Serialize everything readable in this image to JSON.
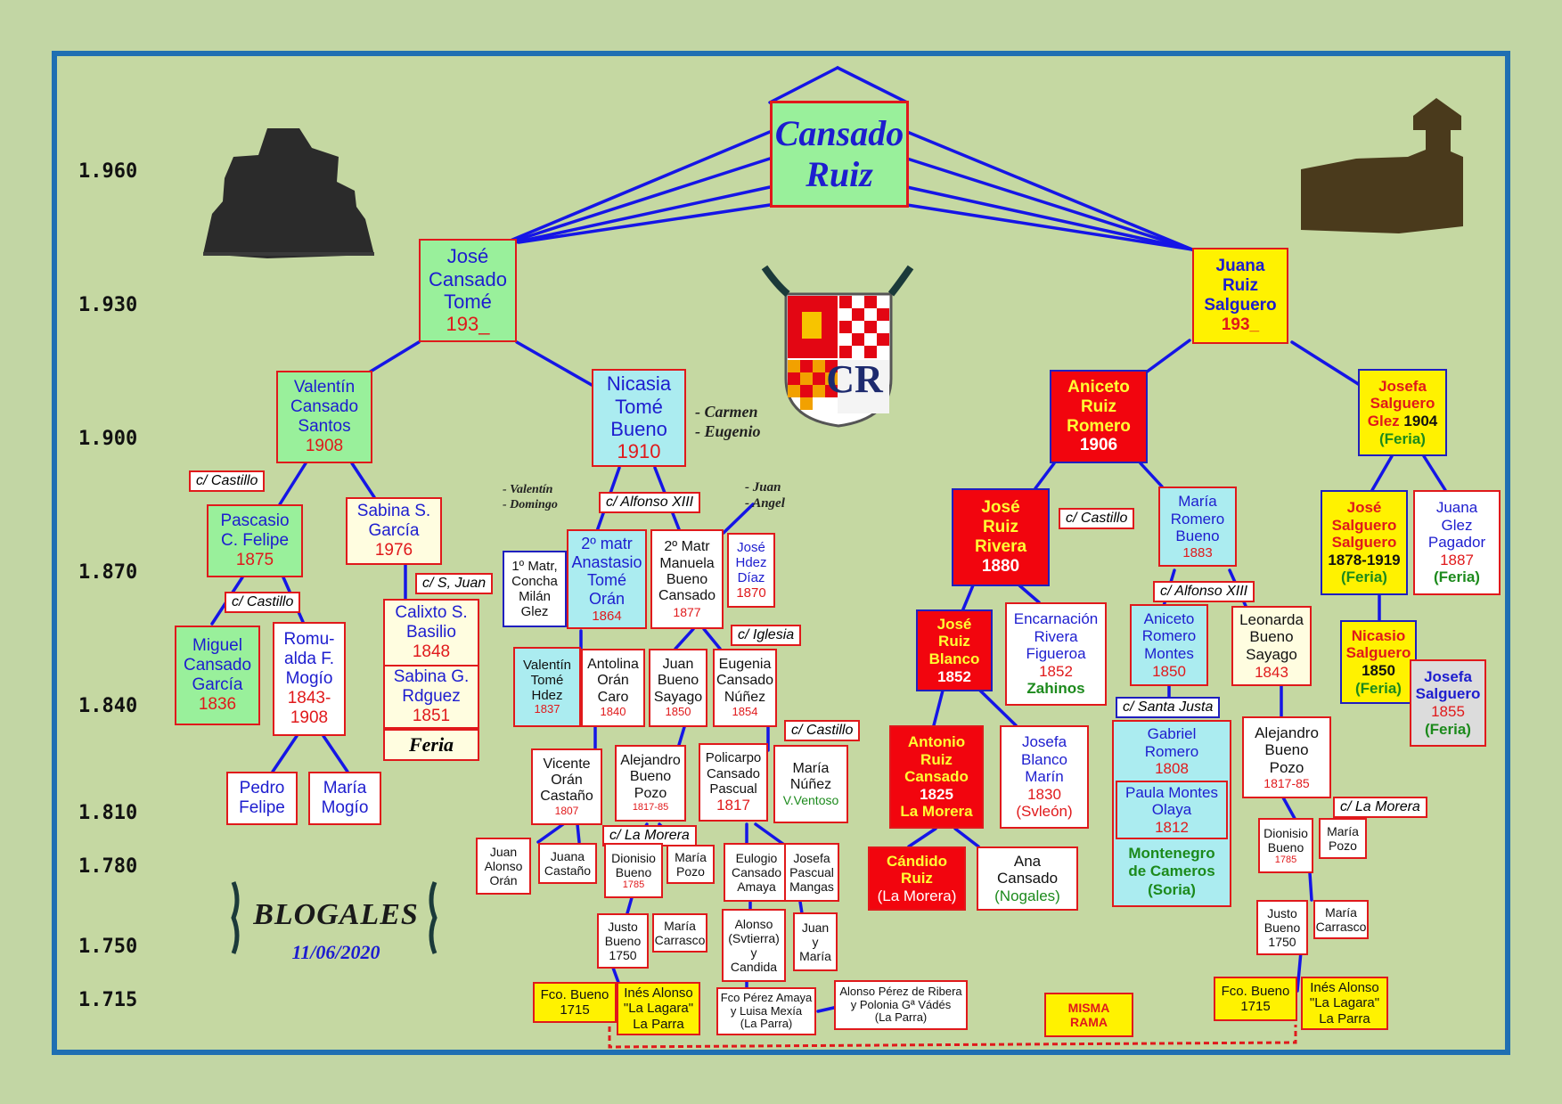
{
  "years": [
    "1.960",
    "1.930",
    "1.900",
    "1.870",
    "1.840",
    "1.810",
    "1.780",
    "1.750",
    "1.715"
  ],
  "title": {
    "line1": "Cansado",
    "line2": "Ruiz"
  },
  "coat_letters": "CR",
  "blogales": {
    "name": "BLOGALES",
    "date": "11/06/2020"
  },
  "misma_rama": {
    "line1": "MISMA",
    "line2": "RAMA"
  },
  "side_notes": {
    "carmen_eugenio": [
      "- Carmen",
      "- Eugenio"
    ],
    "valentin_domingo": [
      "- Valentín",
      "- Domingo"
    ],
    "juan_angel": [
      "- Juan",
      "- Angel"
    ]
  },
  "notes": {
    "castillo_1": "c/  Castillo",
    "castillo_2": "c/  Castillo",
    "castillo_3": "c/  Castillo",
    "castillo_4": "c/  Castillo",
    "s_juan": "c/  S, Juan",
    "alfonso_1": "c/  Alfonso XIII",
    "alfonso_2": "c/  Alfonso XIII",
    "iglesia": "c/  Iglesia",
    "la_morera_1": "c/ La Morera",
    "la_morera_2": "c/ La Morera",
    "santa_justa": "c/ Santa Justa"
  },
  "people": {
    "jose_cansado": [
      "José",
      "Cansado",
      "Tomé",
      "193_"
    ],
    "juana_ruiz": [
      "Juana",
      "Ruiz",
      "Salguero",
      "193_"
    ],
    "valentin": [
      "Valentín",
      "Cansado",
      "Santos",
      "1908"
    ],
    "nicasia": [
      "Nicasia",
      "Tomé",
      "Bueno",
      "1910"
    ],
    "aniceto_ruiz": [
      "Aniceto",
      "Ruiz",
      "Romero",
      "1906"
    ],
    "josefa_salguero_1904": [
      "Josefa",
      "Salguero",
      "Glez",
      "1904",
      "(Feria)"
    ],
    "pascasio": [
      "Pascasio",
      "C. Felipe",
      "1875"
    ],
    "sabina_s": [
      "Sabina  S.",
      "García",
      "1976"
    ],
    "matr1": [
      "1º Matr,",
      "Concha",
      "Milán",
      "Glez"
    ],
    "anastasio": [
      "2º matr",
      "Anastasio",
      "Tomé",
      "Orán",
      "1864"
    ],
    "manuela": [
      "2º Matr",
      "Manuela",
      "Bueno",
      "Cansado",
      "1877"
    ],
    "jose_hdez": [
      "José",
      "Hdez",
      "Díaz",
      "1870"
    ],
    "jose_ruiz_rivera": [
      "José",
      "Ruiz",
      "Rivera",
      "1880"
    ],
    "maria_romero": [
      "María",
      "Romero",
      "Bueno",
      "1883"
    ],
    "jose_salguero": [
      "José",
      "Salguero",
      "Salguero",
      "1878-1919",
      "(Feria)"
    ],
    "juana_glez": [
      "Juana",
      "Glez",
      "Pagador",
      "1887",
      "(Feria)"
    ],
    "miguel": [
      "Miguel",
      "Cansado",
      "García",
      "1836"
    ],
    "romualda": [
      "Romu-",
      "alda F.",
      "Mogío",
      "1843-",
      "1908"
    ],
    "calixto": [
      "Calixto  S.",
      "Basilio",
      "1848"
    ],
    "sabina_g": [
      "Sabina  G.",
      "Rdguez",
      "1851"
    ],
    "feria": "Feria",
    "valentin_tome": [
      "Valentín",
      "Tomé",
      "Hdez",
      "1837"
    ],
    "antolina": [
      "Antolina",
      "Orán",
      "Caro",
      "1840"
    ],
    "juan_bueno": [
      "Juan",
      "Bueno",
      "Sayago",
      "1850"
    ],
    "eugenia": [
      "Eugenia",
      "Cansado",
      "Núñez",
      "1854"
    ],
    "jose_ruiz_blanco": [
      "José",
      "Ruiz",
      "Blanco",
      "1852"
    ],
    "encarnacion": [
      "Encarnación",
      "Rivera",
      "Figueroa",
      "1852",
      "Zahinos"
    ],
    "aniceto_romero": [
      "Aniceto",
      "Romero",
      "Montes",
      "1850"
    ],
    "leonarda": [
      "Leonarda",
      "Bueno",
      "Sayago",
      "1843"
    ],
    "nicasio": [
      "Nicasio",
      "Salguero",
      "1850",
      "(Feria)"
    ],
    "josefa_salguero_1855": [
      "Josefa",
      "Salguero",
      "1855",
      "(Feria)"
    ],
    "pedro": [
      "Pedro",
      "Felipe"
    ],
    "maria_mogio": [
      "María",
      "Mogío"
    ],
    "vicente": [
      "Vicente",
      "Orán",
      "Castaño",
      "1807"
    ],
    "alejandro_1": [
      "Alejandro",
      "Bueno",
      "Pozo",
      "1817-85"
    ],
    "policarpo": [
      "Policarpo",
      "Cansado",
      "Pascual",
      "1817"
    ],
    "maria_nunez": [
      "María",
      "Núñez",
      "V.Ventoso"
    ],
    "antonio_ruiz": [
      "Antonio",
      "Ruiz",
      "Cansado",
      "1825",
      "La Morera"
    ],
    "josefa_blanco": [
      "Josefa",
      "Blanco",
      "Marín",
      "1830",
      "(Svleón)"
    ],
    "gabriel": [
      "Gabriel",
      "Romero",
      "1808"
    ],
    "paula": [
      "Paula Montes",
      "Olaya",
      "1812"
    ],
    "montenegro": [
      "Montenegro",
      "de Cameros",
      "(Soria)"
    ],
    "alejandro_2": [
      "Alejandro",
      "Bueno",
      "Pozo",
      "1817-85"
    ],
    "juan_alonso": [
      "Juan",
      "Alonso",
      "Orán"
    ],
    "juana_castano": [
      "Juana",
      "Castaño"
    ],
    "dionisio_1": [
      "Dionisio",
      "Bueno",
      "1785"
    ],
    "maria_pozo_1": [
      "María",
      "Pozo"
    ],
    "eulogio": [
      "Eulogio",
      "Cansado",
      "Amaya"
    ],
    "josefa_pascual": [
      "Josefa",
      "Pascual",
      "Mangas"
    ],
    "candido": [
      "Cándido",
      "Ruiz",
      "(La Morera)"
    ],
    "ana": [
      "Ana",
      "Cansado",
      "(Nogales)"
    ],
    "dionisio_2": [
      "Dionisio",
      "Bueno",
      "1785"
    ],
    "maria_pozo_2": [
      "María",
      "Pozo"
    ],
    "justo_1": [
      "Justo",
      "Bueno",
      "1750"
    ],
    "maria_carrasco_1": [
      "María",
      "Carrasco"
    ],
    "alonso_candida": [
      "Alonso",
      "(Svtierra)",
      "y",
      "Candida"
    ],
    "juan_maria": [
      "Juan",
      "y",
      "María"
    ],
    "justo_2": [
      "Justo",
      "Bueno",
      "1750"
    ],
    "maria_carrasco_2": [
      "María",
      "Carrasco"
    ],
    "fco_bueno_1": [
      "Fco.  Bueno",
      "1715"
    ],
    "ines_1": [
      "Inés Alonso",
      "\"La Lagara\"",
      "La Parra"
    ],
    "fco_perez": [
      "Fco Pérez Amaya",
      "y Luisa Mexía",
      "(La Parra)"
    ],
    "alonso_perez": [
      "Alonso Pérez de Ribera",
      "y Polonia Gª Vádés",
      "(La Parra)"
    ],
    "fco_bueno_2": [
      "Fco.  Bueno",
      "1715"
    ],
    "ines_2": [
      "Inés Alonso",
      "\"La Lagara\"",
      "La Parra"
    ]
  }
}
